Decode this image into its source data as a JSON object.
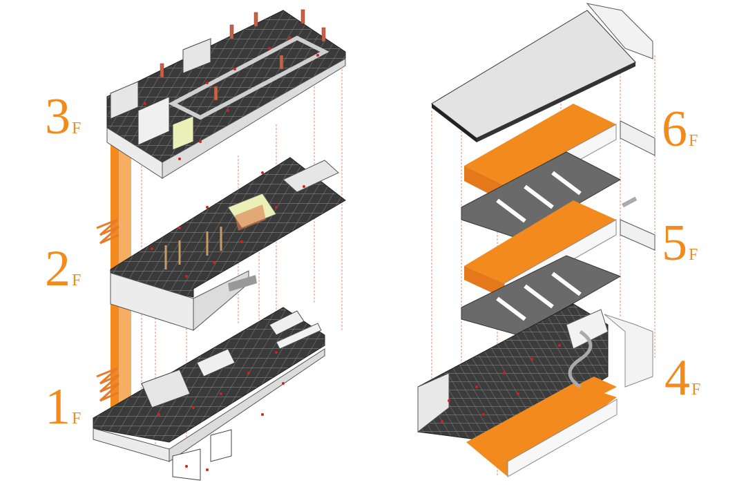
{
  "left_building": {
    "floors": [
      {
        "level": "3",
        "suffix": "F"
      },
      {
        "level": "2",
        "suffix": "F"
      },
      {
        "level": "1",
        "suffix": "F"
      }
    ]
  },
  "right_building": {
    "floors": [
      {
        "level": "6",
        "suffix": "F"
      },
      {
        "level": "5",
        "suffix": "F"
      },
      {
        "level": "4",
        "suffix": "F"
      }
    ]
  },
  "colors": {
    "accent_orange": "#f28a1e",
    "floor_dark": "#3a3a3a",
    "wall_light": "#e9e9e9",
    "marker_red": "#d62020",
    "guide_line": "#e07050"
  }
}
